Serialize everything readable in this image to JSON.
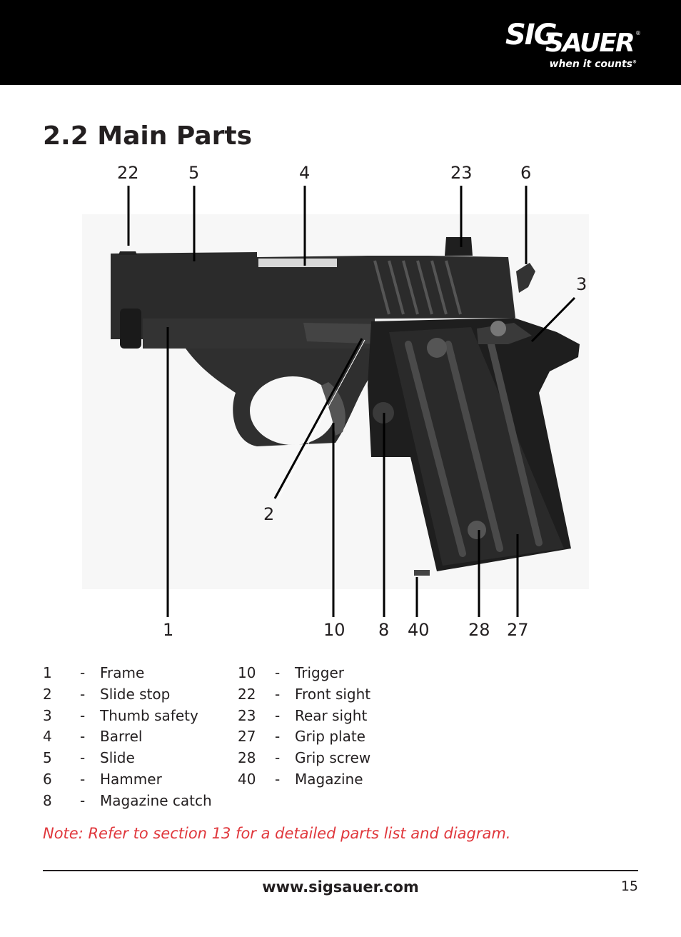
{
  "header": {
    "logo_sig": "SIG",
    "logo_sauer": "SAUER",
    "logo_reg": "®",
    "tagline": "when it counts",
    "tagline_reg": "®"
  },
  "title": "2.2 Main Parts",
  "callouts": {
    "c22": "22",
    "c5": "5",
    "c4": "4",
    "c23": "23",
    "c6": "6",
    "c3": "3",
    "c2": "2",
    "c1": "1",
    "c10": "10",
    "c8": "8",
    "c40": "40",
    "c28": "28",
    "c27": "27"
  },
  "legend_left": [
    {
      "num": "1",
      "dash": "-",
      "label": "Frame"
    },
    {
      "num": "2",
      "dash": "-",
      "label": "Slide stop"
    },
    {
      "num": "3",
      "dash": "-",
      "label": "Thumb safety"
    },
    {
      "num": "4",
      "dash": "-",
      "label": "Barrel"
    },
    {
      "num": "5",
      "dash": "-",
      "label": "Slide"
    },
    {
      "num": "6",
      "dash": "-",
      "label": "Hammer"
    },
    {
      "num": "8",
      "dash": "-",
      "label": "Magazine catch"
    }
  ],
  "legend_right": [
    {
      "num": "10",
      "dash": "-",
      "label": "Trigger"
    },
    {
      "num": "22",
      "dash": "-",
      "label": "Front sight"
    },
    {
      "num": "23",
      "dash": "-",
      "label": "Rear sight"
    },
    {
      "num": "27",
      "dash": "-",
      "label": "Grip plate"
    },
    {
      "num": "28",
      "dash": "-",
      "label": "Grip screw"
    },
    {
      "num": "40",
      "dash": "-",
      "label": "Magazine"
    }
  ],
  "note": "Note: Refer to section 13 for a detailed parts list and diagram.",
  "footer": {
    "website": "www.sigsauer.com",
    "page_number": "15"
  },
  "colors": {
    "header_bg": "#000000",
    "note": "#e0373c",
    "text": "#231f20"
  }
}
